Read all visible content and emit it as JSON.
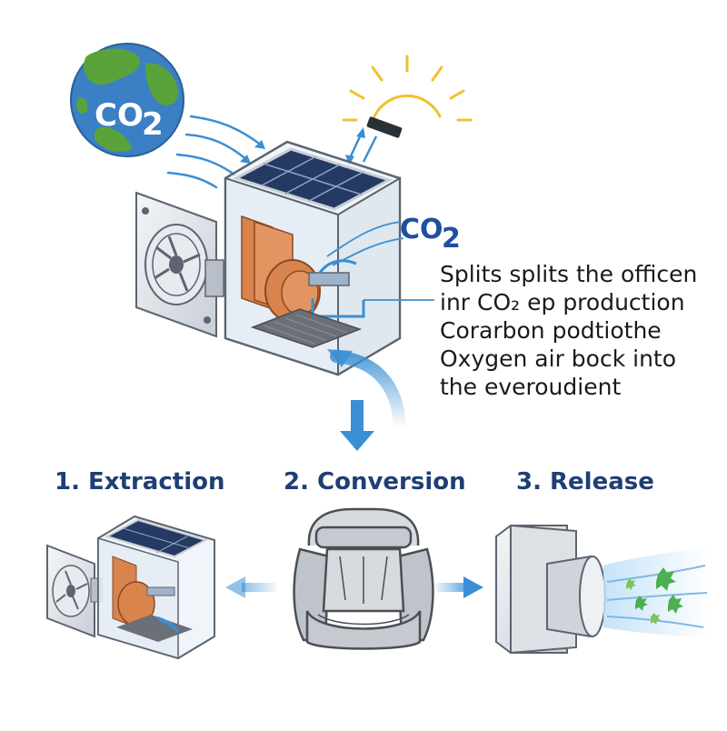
{
  "diagram": {
    "globe_label": {
      "main": "CO",
      "sub": "2"
    },
    "device_label": {
      "main": "CO",
      "sub": "2"
    },
    "description_lines": [
      "Splits splits the officen",
      "inr CO₂ ep production",
      "Corarbon podtiothe",
      "Oxygen air bock into",
      "the everoudient"
    ],
    "steps": [
      {
        "label": "1. Extraction"
      },
      {
        "label": "2. Conversion"
      },
      {
        "label": "3. Release"
      }
    ],
    "colors": {
      "title": "#1f3f73",
      "arrow_blue": "#3a8fd4",
      "ocean": "#3b7fc4",
      "land": "#5aa33a",
      "panel": "#243a63",
      "copper": "#d9834d",
      "sun": "#f2c12e",
      "leaf": "#4caf50"
    },
    "icons": [
      "globe-icon",
      "sun-icon",
      "solar-panel-icon",
      "fan-icon",
      "car-seat-icon",
      "vent-icon",
      "leaf-icon"
    ]
  }
}
